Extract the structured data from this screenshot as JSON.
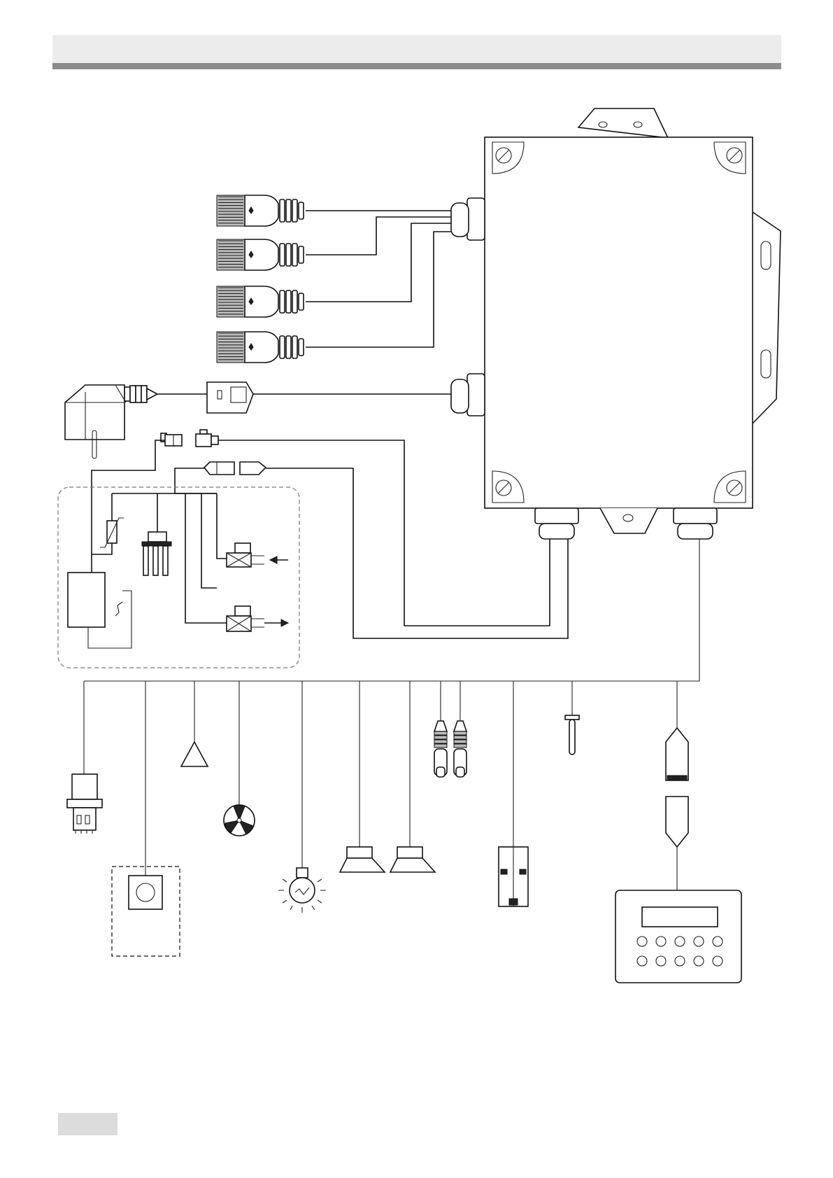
{
  "header": {
    "band_color": "#ececec",
    "rule_color": "#8c8c8c"
  },
  "footer": {
    "page_tab_color": "#dcdcdc"
  },
  "components": [
    "control-box",
    "rj45-connector",
    "rj45-connector",
    "rj45-connector",
    "rj45-connector",
    "mains-plug",
    "inline-fuse-holder",
    "connector-pair",
    "inline-connector",
    "dashed-enclosure",
    "thermostat-resistor",
    "heating-element",
    "solenoid-valve-inlet",
    "solenoid-valve-outlet",
    "control-module",
    "door-switch",
    "electronic-key-panel",
    "buzzer",
    "fan",
    "lamp",
    "speaker",
    "speaker",
    "probe-connector",
    "probe-connector",
    "temperature-probe",
    "switch-block",
    "cable-coupling",
    "display-keypad"
  ],
  "keypad": {
    "rows": 2,
    "columns": 5
  }
}
